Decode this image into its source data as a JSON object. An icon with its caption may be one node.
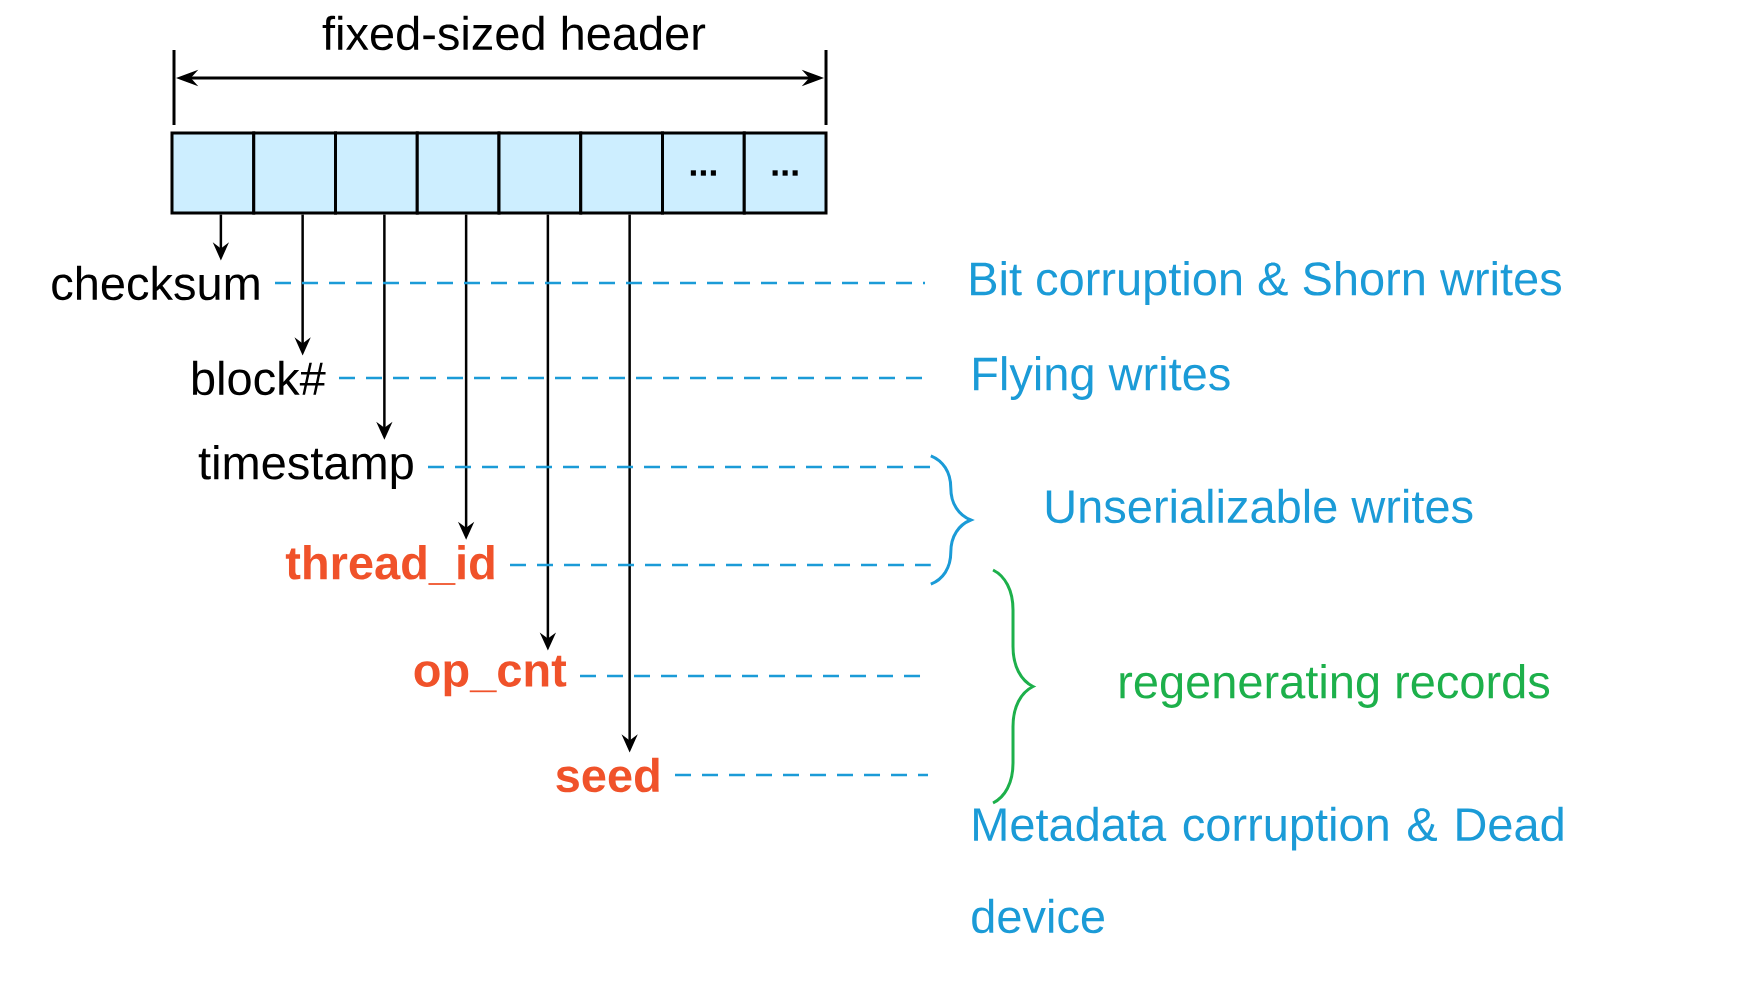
{
  "diagram": {
    "nodes": [
      {
        "text": [],
        "shape": "box"
      },
      {
        "text": [],
        "shape": "box"
      },
      {
        "text": [],
        "shape": "box"
      },
      {
        "text": [],
        "shape": "box"
      },
      {
        "text": [],
        "shape": "box"
      },
      {
        "text": [],
        "shape": "box"
      },
      {
        "text": [
          "..."
        ]
      },
      {
        "text": [
          "..."
        ]
      },
      {
        "text": [
          "checksum"
        ]
      },
      {
        "text": [
          "block#"
        ]
      },
      {
        "text": [
          "timestamp"
        ]
      },
      {
        "text": [
          "thread_id"
        ]
      },
      {
        "text": [
          "op_cnt"
        ]
      },
      {
        "text": [
          "seed"
        ]
      },
      {
        "text": [],
        "shape": "brace"
      }
    ],
    "edges": [
      {
        "from": 0,
        "to": 8,
        "arrow": "to"
      },
      {
        "from": 1,
        "to": 9,
        "arrow": "to"
      },
      {
        "from": 2,
        "to": 10,
        "arrow": "to"
      },
      {
        "from": 3,
        "to": 11,
        "arrow": "to"
      },
      {
        "from": 4,
        "to": 12,
        "arrow": "to"
      },
      {
        "from": 5,
        "to": 13,
        "arrow": "to"
      },
      {
        "from": 8,
        "to": null,
        "arrow": "none",
        "style": "dashed",
        "color": "#1b9bd7"
      },
      {
        "from": 9,
        "to": null,
        "arrow": "none",
        "style": "dashed",
        "color": "#1b9bd7"
      },
      {
        "from": 10,
        "to": 14,
        "arrow": "none",
        "style": "dashed",
        "color": "#1b9bd7"
      },
      {
        "from": 11,
        "to": 14,
        "arrow": "none",
        "style": "dashed",
        "color": "#1b9bd7"
      },
      {
        "from": 12,
        "to": null,
        "arrow": "none",
        "style": "dashed",
        "color": "#1b9bd7"
      },
      {
        "from": 13,
        "to": null,
        "arrow": "none",
        "style": "dashed",
        "color": "#1b9bd7"
      }
    ],
    "labels": [
      "fixed-sized header",
      "Bit corruption & Shorn writes",
      "Flying writes",
      "Unserializable writes",
      "regenerating records",
      "Metadata corruption & Dead device"
    ]
  }
}
